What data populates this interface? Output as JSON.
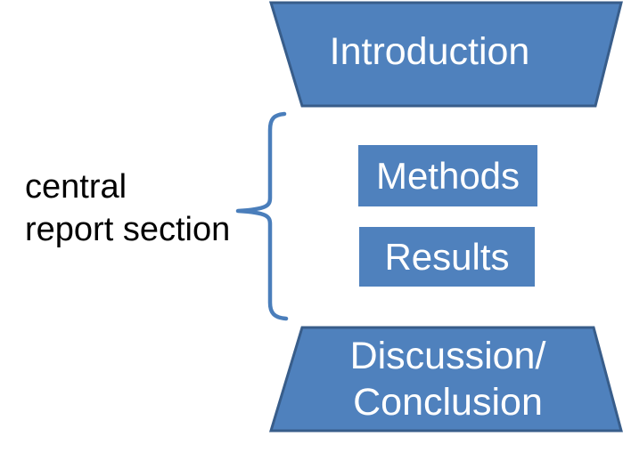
{
  "diagram": {
    "intro": {
      "label": "Introduction"
    },
    "methods": {
      "label": "Methods"
    },
    "results": {
      "label": "Results"
    },
    "discussion": {
      "line1": "Discussion/",
      "line2": "Conclusion"
    },
    "annotation": {
      "line1": "central",
      "line2": "report section"
    },
    "colors": {
      "shape_fill": "#4f81bd",
      "shape_border": "#385d8a",
      "brace": "#4a7ebb",
      "shape_text": "#ffffff",
      "annotation_text": "#000000",
      "background": "#ffffff"
    }
  }
}
